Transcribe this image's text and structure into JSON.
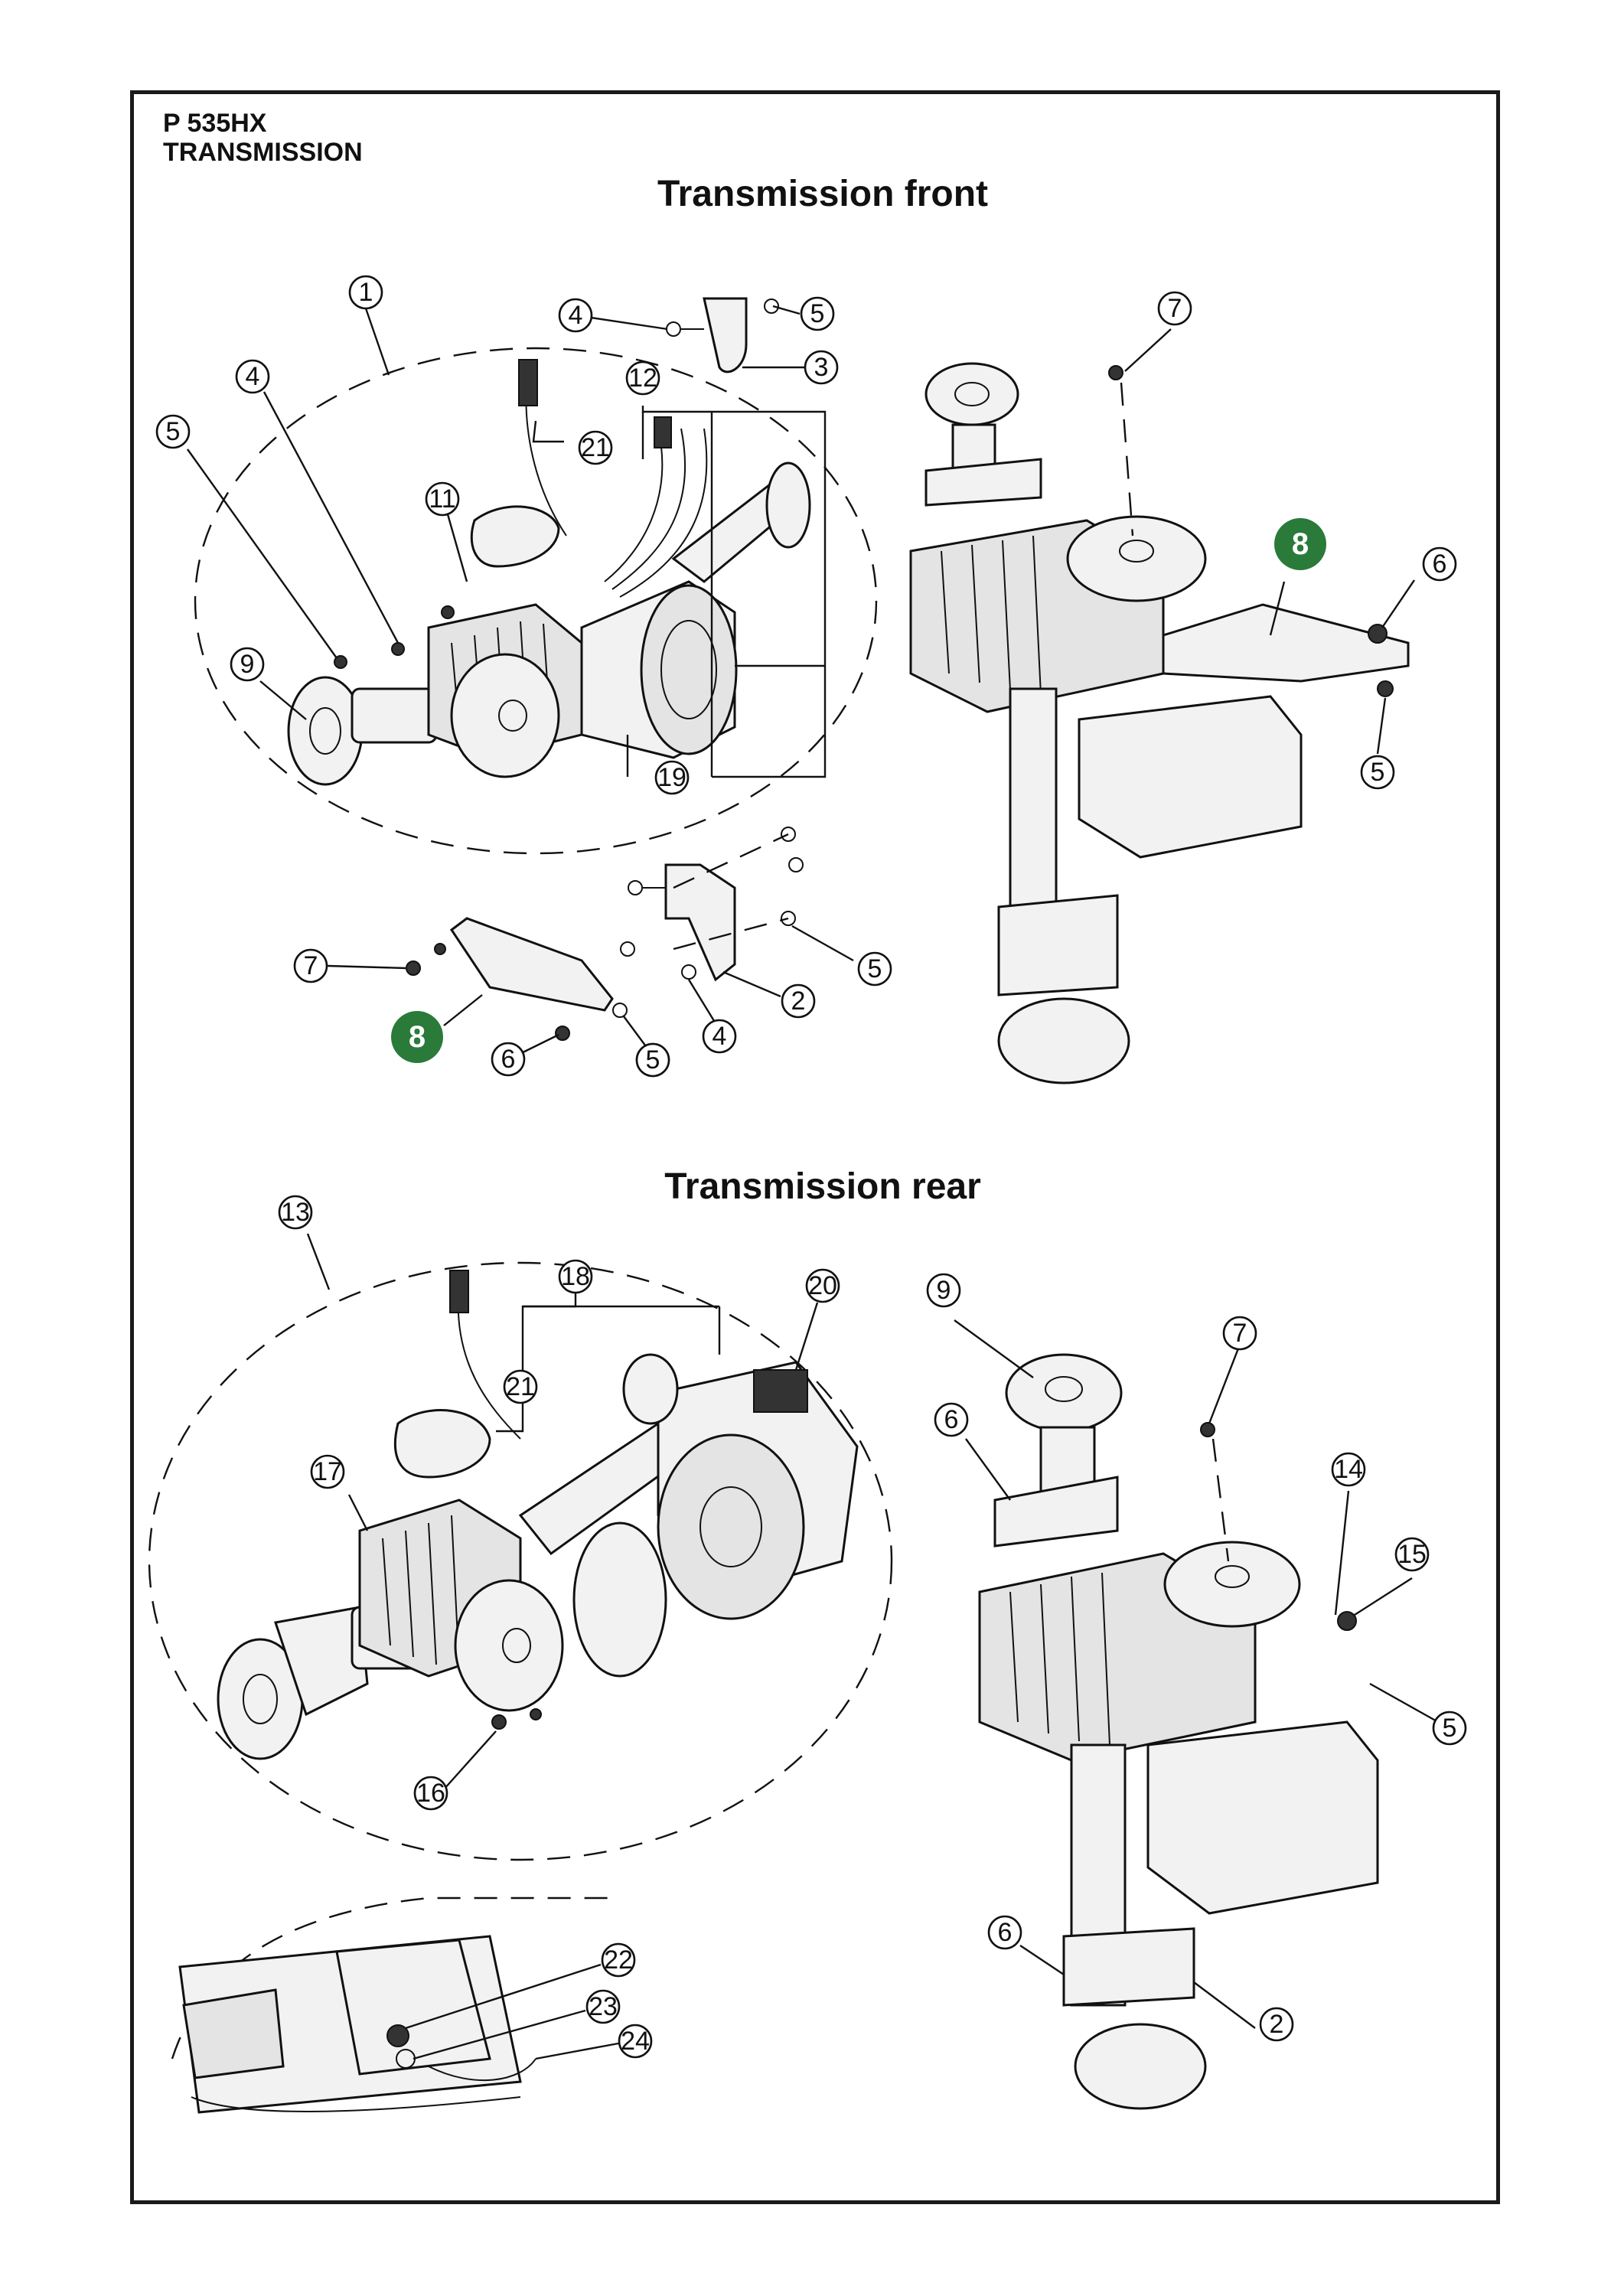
{
  "header": {
    "model": "P 535HX",
    "subtitle": "TRANSMISSION"
  },
  "sections": {
    "front_title": "Transmission front",
    "rear_title": "Transmission rear"
  },
  "callouts": {
    "front": [
      "1",
      "4",
      "5",
      "3",
      "7",
      "4",
      "12",
      "5",
      "21",
      "11",
      "8",
      "6",
      "9",
      "19",
      "5",
      "5",
      "7",
      "2",
      "5",
      "8",
      "6",
      "5",
      "4"
    ],
    "rear": [
      "13",
      "18",
      "20",
      "9",
      "7",
      "21",
      "6",
      "17",
      "14",
      "15",
      "5",
      "16",
      "6",
      "2",
      "22",
      "23",
      "24"
    ]
  },
  "highlight_color": "#2a7a3a"
}
